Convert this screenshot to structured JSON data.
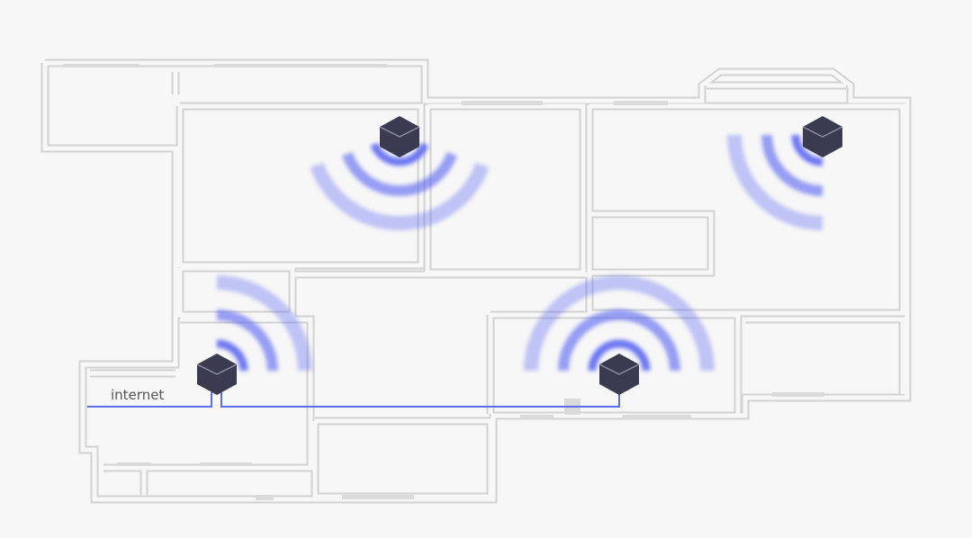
{
  "diagram": {
    "internet_label": "internet",
    "nodes": [
      {
        "name": "node-top-center",
        "coverage": "down"
      },
      {
        "name": "node-top-right",
        "coverage": "down-left"
      },
      {
        "name": "node-main-router",
        "coverage": "up-right"
      },
      {
        "name": "node-bottom-center",
        "coverage": "up"
      }
    ],
    "colors": {
      "wifi": "#5560f0",
      "cable": "#5b6cf0",
      "node": "#3a3b50",
      "wall": "#d2d2d2",
      "background": "#f7f7f7"
    }
  }
}
